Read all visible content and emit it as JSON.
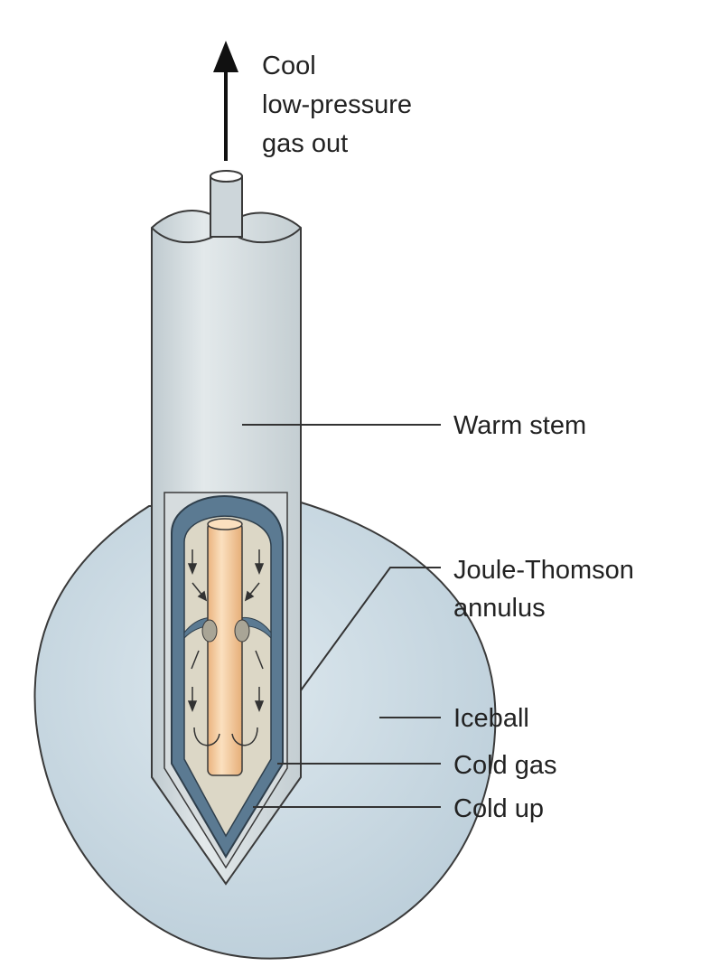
{
  "labels": {
    "gas_out_line1": "Cool",
    "gas_out_line2": "low-pressure",
    "gas_out_line3": "gas out",
    "warm_stem": "Warm stem",
    "jt_line1": "Joule-Thomson",
    "jt_line2": "annulus",
    "iceball": "Iceball",
    "cold_gas": "Cold gas",
    "cold_up": "Cold up"
  },
  "colors": {
    "iceball": "#c6d7e1",
    "stem": "#d2dbde",
    "jacket": "#5b7a92",
    "chamber": "#dcd7c6",
    "rod": "#f2c79c",
    "outline": "#3a3a3a",
    "leader": "#333333"
  }
}
